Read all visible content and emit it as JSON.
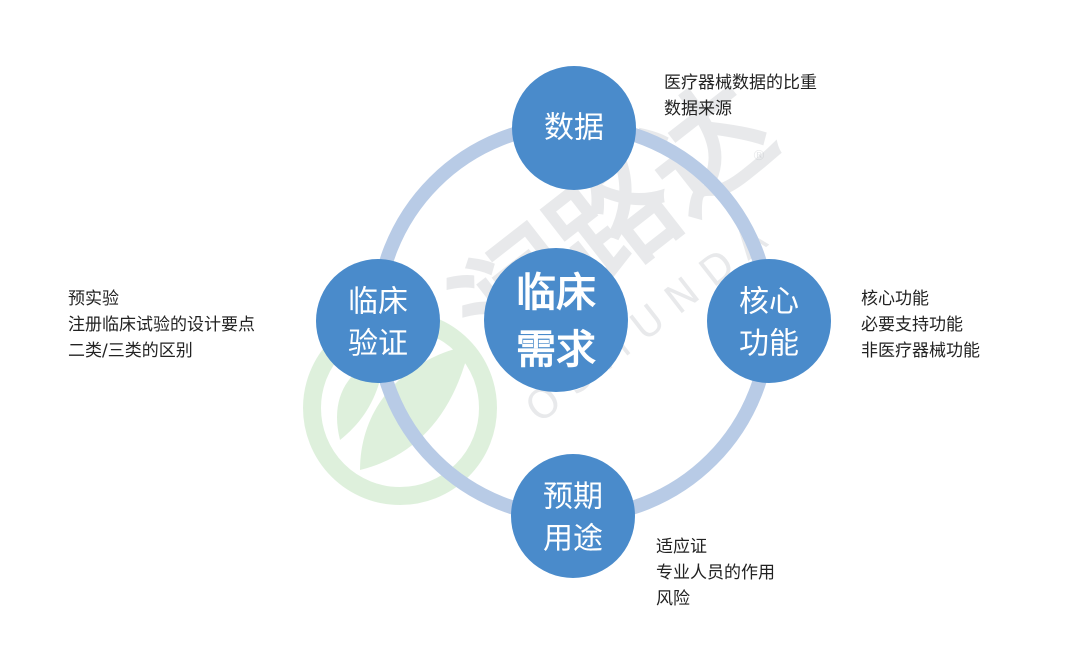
{
  "colors": {
    "ring": "#b8cbe6",
    "node": "#4a8bcb",
    "node_center": "#4a8bcb",
    "text_dark": "#222222",
    "watermark_leaf": "#7fbf7a"
  },
  "center": {
    "lines": [
      "临床",
      "需求"
    ]
  },
  "nodes": {
    "data": {
      "lines": [
        "数据"
      ]
    },
    "core": {
      "lines": [
        "核心",
        "功能"
      ]
    },
    "use": {
      "lines": [
        "预期",
        "用途"
      ]
    },
    "clinical": {
      "lines": [
        "临床",
        "验证"
      ]
    }
  },
  "notes": {
    "data": [
      "医疗器械数据的比重",
      "数据来源"
    ],
    "core": [
      "核心功能",
      "必要支持功能",
      "非医疗器械功能"
    ],
    "use": [
      "适应证",
      "专业人员的作用",
      "风险"
    ],
    "clinical": [
      "预实验",
      "注册临床试验的设计要点",
      "二类/三类的区别"
    ]
  },
  "watermark": {
    "logo_text": "润路达",
    "brand_letters": "OSMUNDA",
    "registered_mark": "®"
  }
}
